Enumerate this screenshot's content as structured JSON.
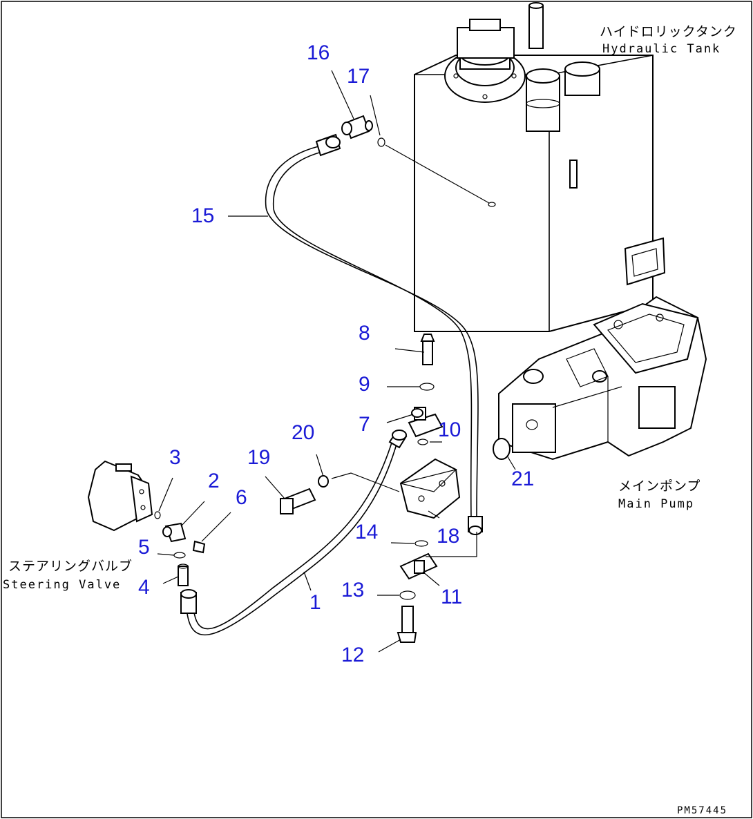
{
  "labels": {
    "hydraulic_tank_jp": "ハイドロリックタンク",
    "hydraulic_tank_en": "Hydraulic Tank",
    "main_pump_jp": "メインポンプ",
    "main_pump_en": "Main Pump",
    "steering_valve_jp": "ステアリングバルブ",
    "steering_valve_en": "Steering Valve",
    "drawing_code": "PM57445"
  },
  "callouts": {
    "c1": "1",
    "c2": "2",
    "c3": "3",
    "c4": "4",
    "c5": "5",
    "c6": "6",
    "c7": "7",
    "c8": "8",
    "c9": "9",
    "c10": "10",
    "c11": "11",
    "c12": "12",
    "c13": "13",
    "c14": "14",
    "c15": "15",
    "c16": "16",
    "c17": "17",
    "c18": "18",
    "c19": "19",
    "c20": "20",
    "c21": "21"
  },
  "colors": {
    "callout": "#1a1ad6",
    "line": "#000000",
    "background": "#ffffff"
  }
}
